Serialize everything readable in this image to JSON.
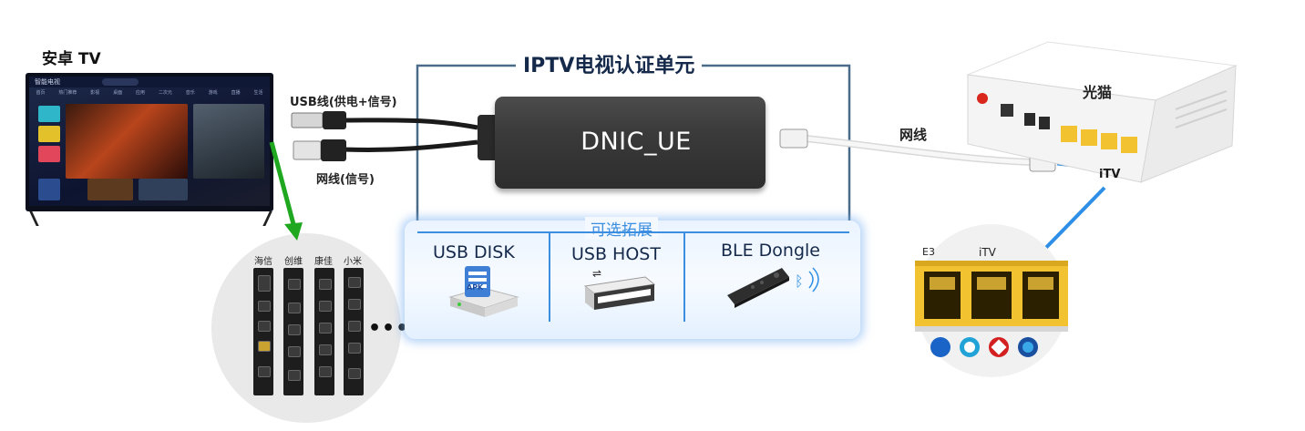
{
  "tv": {
    "title": "安卓 TV",
    "ui_title": "智能电视",
    "menu": [
      "首页",
      "热门推荐",
      "影视",
      "桌面",
      "应用",
      "二次元",
      "音乐",
      "游戏",
      "直播",
      "生活"
    ],
    "brands": [
      "海信",
      "创维",
      "康佳",
      "小米"
    ],
    "more": "•••"
  },
  "unit": {
    "title": "IPTV电视认证单元",
    "dongle_label": "DNIC_UE",
    "usb_cable_label": "USB线(供电+信号)",
    "net_cable_label": "网线(信号)"
  },
  "optional": {
    "title": "可选拓展",
    "items": [
      {
        "label": "USB DISK",
        "icon": "apk-usb-disk-icon"
      },
      {
        "label": "USB HOST",
        "icon": "usb-port-icon"
      },
      {
        "label": "BLE Dongle",
        "icon": "bluetooth-remote-icon"
      }
    ],
    "apk_badge": "APK"
  },
  "network": {
    "cable_label": "网线",
    "router_label": "光猫",
    "itv_label": "iTV",
    "zoom_itv": "iTV",
    "zoom_port_prefix": "E3"
  },
  "colors": {
    "accent": "#3b8ee0",
    "outline": "#4a6b8a",
    "green_arrow": "#1fa81f",
    "blue_arrow": "#2f8fe6",
    "port_yellow": "#f2c230"
  }
}
